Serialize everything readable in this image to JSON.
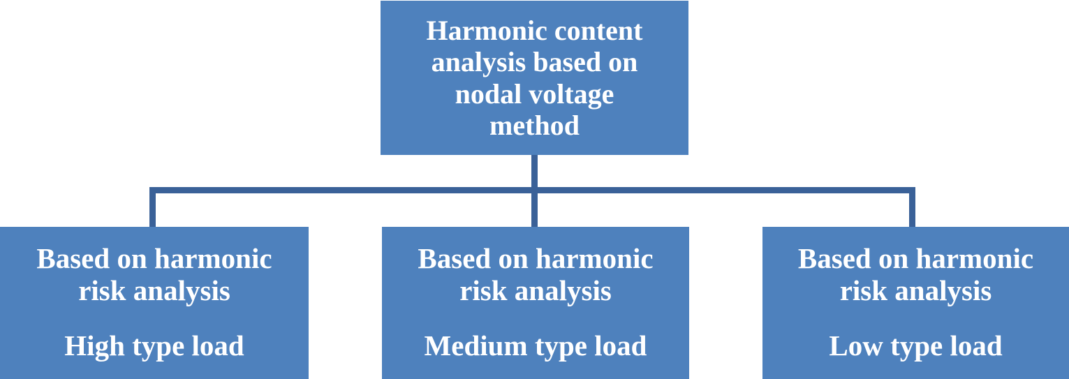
{
  "diagram": {
    "type": "hierarchy-tree",
    "colors": {
      "box_fill": "#4E81BD",
      "connector": "#3A6198",
      "text": "#FFFFFF",
      "background": "#FFFFFF"
    },
    "root": {
      "id": "harmonic-content-analysis",
      "lines": [
        "Harmonic content",
        "analysis based on",
        "nodal voltage",
        "method"
      ],
      "full_text": "Harmonic content analysis based on nodal voltage method"
    },
    "children": [
      {
        "id": "high-type-load",
        "title_lines": [
          "Based on harmonic",
          "risk analysis"
        ],
        "title": "Based on harmonic risk analysis",
        "subtitle": "High type load"
      },
      {
        "id": "medium-type-load",
        "title_lines": [
          "Based on harmonic",
          "risk analysis"
        ],
        "title": "Based on harmonic risk analysis",
        "subtitle": "Medium type load"
      },
      {
        "id": "low-type-load",
        "title_lines": [
          "Based on harmonic",
          "risk analysis"
        ],
        "title": "Based on harmonic risk analysis",
        "subtitle": "Low type load"
      }
    ]
  }
}
